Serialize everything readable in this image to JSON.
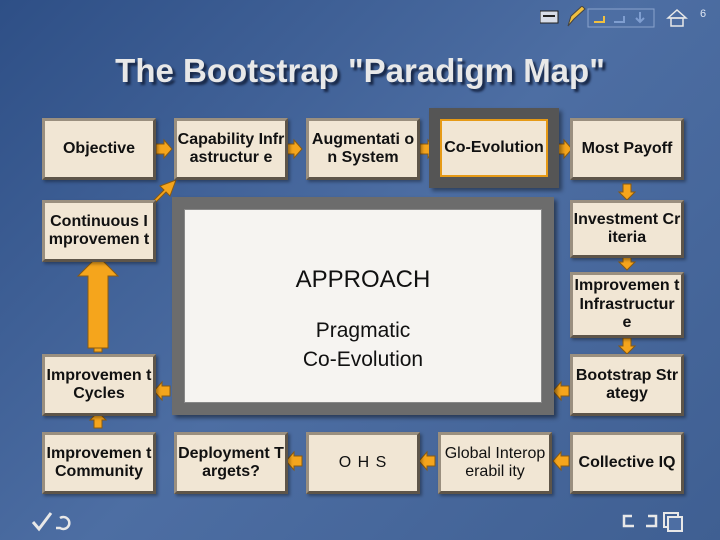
{
  "title": "The Bootstrap \"Paradigm Map\"",
  "page_number": "6",
  "boxes": {
    "objective": "Objective",
    "capability": "Capability Infrastructur e",
    "augmentation": "Augmentati on System",
    "coevolution": "Co-Evolution",
    "most_payoff": "Most Payoff",
    "continuous": "Continuous Improvemen t",
    "investment": "Investment Criteria",
    "improvement_infra": "Improvemen t Infrastructur e",
    "bootstrap": "Bootstrap Strategy",
    "cycles": "Improvemen t Cycles",
    "community": "Improvemen t Community",
    "deployment": "Deployment Targets?",
    "ohs": "O H S",
    "interop": "Global Interoperabil ity",
    "collective": "Collective IQ"
  },
  "approach": {
    "heading": "APPROACH",
    "line1": "Pragmatic",
    "line2": "Co-Evolution"
  },
  "colors": {
    "arrow": "#f5a51c",
    "arrow_outline": "#8a5a10",
    "box_fill": "#f1e6d4",
    "background": "#3f5f92"
  },
  "icons": [
    "menu-icon",
    "pencil-icon",
    "back-icon",
    "forward-icon",
    "download-icon",
    "home-icon",
    "checkmark-icon",
    "return-icon"
  ]
}
